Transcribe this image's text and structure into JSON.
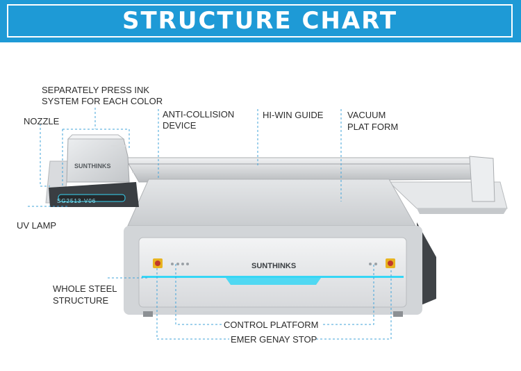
{
  "header": {
    "title": "STRUCTURE CHART"
  },
  "machine": {
    "carriage_brand": "SUNTHINKS",
    "model_badge": "SG2513-V06",
    "front_brand": "SUNTHINKS"
  },
  "labels": {
    "separately_press_ink": "SEPARATELY PRESS INK",
    "system_for_each_color": "SYSTEM FOR EACH COLOR",
    "nozzle": "NOZZLE",
    "anti_collision_1": "ANTI-COLLISION",
    "anti_collision_2": "DEVICE",
    "hiwin_guide": "HI-WIN GUIDE",
    "vacuum_1": "VACUUM",
    "vacuum_2": "PLAT FORM",
    "uv_lamp": "UV LAMP",
    "whole_steel_1": "WHOLE STEEL",
    "whole_steel_2": "STRUCTURE",
    "control_platform": "CONTROL PLATFORM",
    "emer_stop": "EMER GENAY STOP"
  },
  "colors": {
    "header": "#1e9ad6",
    "leader_line": "#3fa3da",
    "led_glow": "#36d6f5",
    "emergency_stop": "#e8b320"
  }
}
